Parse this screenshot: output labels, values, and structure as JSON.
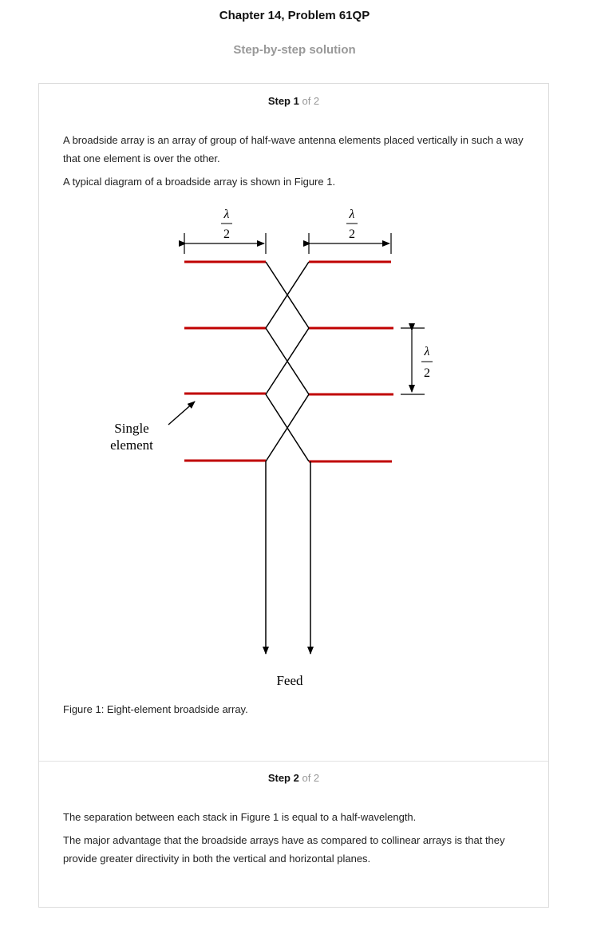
{
  "header": {
    "title": "Chapter 14, Problem 61QP",
    "subtitle": "Step-by-step solution"
  },
  "step1": {
    "label": "Step 1",
    "of": "of 2",
    "paragraphs": [
      "A broadside array is an array of group of half-wave antenna elements placed vertically in such a way that one element is over the other.",
      "A typical diagram of a broadside array is shown in Figure 1."
    ],
    "caption": "Figure 1: Eight-element broadside array."
  },
  "figure": {
    "lambda": "λ",
    "two": "2",
    "single_line1": "Single",
    "single_line2": "element",
    "feed": "Feed",
    "element_color": "#c00000"
  },
  "step2": {
    "label": "Step 2",
    "of": "of 2",
    "paragraphs": [
      "The separation between each stack in Figure 1 is equal to a half-wavelength.",
      "The major advantage that the broadside arrays have as compared to collinear arrays is that they provide greater directivity in both the vertical and horizontal planes."
    ]
  }
}
